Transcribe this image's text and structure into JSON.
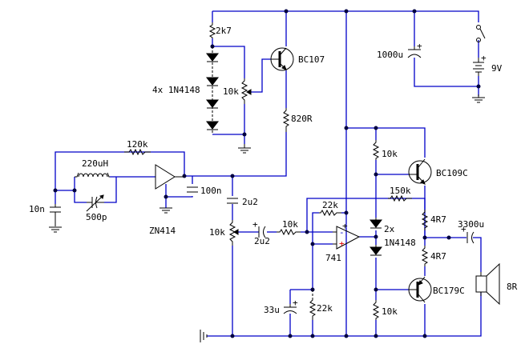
{
  "title": "AM radio receiver schematic (ZN414 + 741 amplifier)",
  "labels": {
    "r_2k7": "2k7",
    "q1": "BC107",
    "diodes4": "4x 1N4148",
    "pot_bias": "10k",
    "r_820": "820R",
    "c_1000u": "1000u",
    "battery": "9V",
    "r_120k": "120k",
    "l_220uh": "220uH",
    "c_10n": "10n",
    "c_500p": "500p",
    "ic_zn414": "ZN414",
    "c_100n": "100n",
    "c_2u2_a": "2u2",
    "pot_vol": "10k",
    "c_2u2_b": "2u2",
    "r_10k_in": "10k",
    "r_22k_fb": "22k",
    "r_150k": "150k",
    "ic_741": "741",
    "r_10k_top": "10k",
    "q2": "BC109C",
    "diodes2_a": "2x",
    "diodes2_b": "1N4148",
    "r_4r7_a": "4R7",
    "r_4r7_b": "4R7",
    "c_3300u": "3300u",
    "speaker": "8R",
    "q3": "BC179C",
    "c_33u": "33u",
    "r_22k_bias": "22k",
    "r_10k_bot": "10k",
    "plus": "+",
    "minus": "-"
  }
}
